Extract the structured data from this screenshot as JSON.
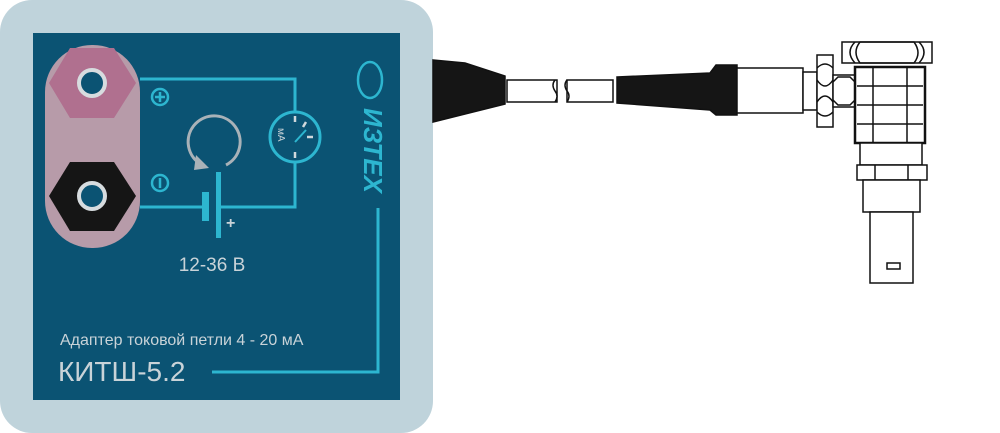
{
  "device": {
    "subtitle": "Адаптер токовой петли 4 - 20 мА",
    "model": "КИТШ-5.2",
    "voltage": "12-36 В",
    "meter_unit": "мА",
    "battery_plus": "+",
    "brand": "ИЗТЕХ",
    "logo_text": "ИЗТЕХ"
  },
  "colors": {
    "housing": "#bfd3db",
    "panel": "#0b5373",
    "wire": "#2db6d0",
    "terminal_plus": "#b0708f",
    "terminal_minus": "#151515"
  }
}
